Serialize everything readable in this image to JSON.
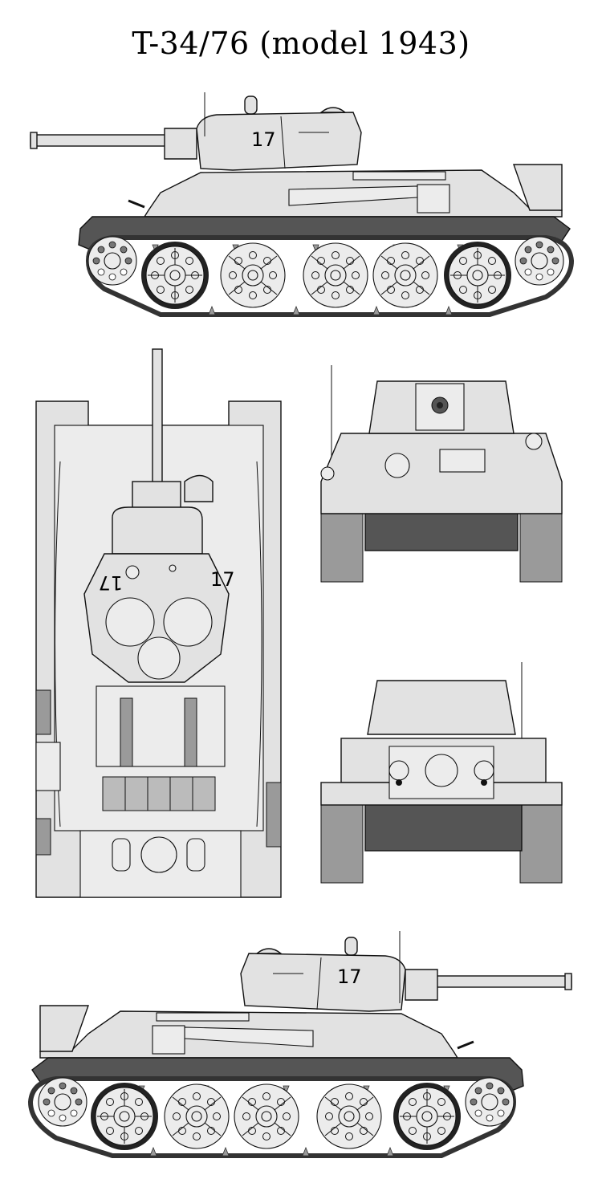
{
  "title": "T-34/76 (model 1943)",
  "markings": {
    "left_side_turret_number": "17",
    "top_view_left_number": "17",
    "top_view_right_number": "17",
    "right_side_turret_number": "17"
  },
  "colors": {
    "body": "#e2e2e2",
    "lower_hull": "#555555",
    "outline": "#111111"
  }
}
